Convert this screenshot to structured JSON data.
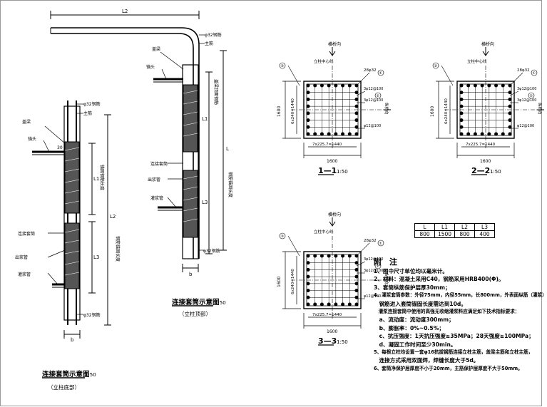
{
  "elevation_a": {
    "title": "连接套筒示意图",
    "scale": "1:50",
    "subtitle": "（立柱底部）",
    "labels": {
      "top_bar": "φ32钢筋",
      "main_bar": "主筋",
      "corbel": "盖梁",
      "anchor": "锚头",
      "grout_in": "灌浆管",
      "sleeve": "连接套筒",
      "grout_out": "出浆管",
      "sleeve_len": "锚固钢筋长度",
      "embed_len": "钢筋锚固长度",
      "bottom_bar": "φ32钢筋",
      "dim_b": "b",
      "dim_L1": "L1",
      "dim_L2": "L2",
      "dim_L3": "L3",
      "dim_30": "30"
    }
  },
  "elevation_b": {
    "title": "连接套筒示意图",
    "scale": "1:50",
    "subtitle": "（立柱顶部）",
    "labels": {
      "L2": "L2",
      "top_bar": "φ32钢筋",
      "main_bar": "主筋",
      "corbel": "盖梁",
      "anchor": "锚头",
      "sleeve": "连接套筒",
      "grout_in": "灌浆管",
      "grout_out": "出浆管",
      "bottom_bar": "φ32钢筋",
      "len1": "盖梁顶面钢筋",
      "len2": "钢筋锚固长度",
      "dim_L": "L",
      "dim_L1": "L1",
      "dim_L3": "L3",
      "dim_b": "b"
    }
  },
  "sections": [
    {
      "id": "1-1",
      "label": "1—1",
      "scale": "1:50",
      "top": "横桥向",
      "center": "立柱中心线",
      "side": "纵桥向",
      "dim_bottom_inner": "7x225.7=1440",
      "dim_bottom": "1600",
      "dim_left": "1600",
      "dim_left_inner": "6x240=1440",
      "bar1": "28φ32",
      "bar2": "3φ12@100",
      "bar3": "3φ12@100",
      "bar4": "φ12@100",
      "note_a": "①",
      "note_b": "②",
      "note_c": "③"
    },
    {
      "id": "2-2",
      "label": "2—2",
      "scale": "1:50",
      "top": "横桥向",
      "center": "立柱中心线",
      "side": "纵桥向",
      "dim_bottom_inner": "7x225.7=1440",
      "dim_bottom": "1600",
      "dim_left": "1600",
      "dim_left_inner": "6x240=1440",
      "bar1": "28φ32",
      "bar2": "3φ12@100",
      "bar3": "3φ12@100",
      "bar4": "φ12@100",
      "note_a": "①",
      "note_b": "②",
      "note_c": "③"
    },
    {
      "id": "3-3",
      "label": "3—3",
      "scale": "1:50",
      "top": "横桥向",
      "center": "立柱中心线",
      "side": "纵桥向",
      "dim_bottom_inner": "7x225.7=1440",
      "dim_bottom": "1600",
      "dim_left": "1600",
      "dim_left_inner": "6x240=1440",
      "bar1": "28φ32",
      "bar2": "3φ12@100",
      "bar3": "3φ12@100",
      "bar4": "φ12@100",
      "note_a": "①",
      "note_b": "②",
      "note_c": "③"
    }
  ],
  "table": {
    "headers": [
      "L",
      "L1",
      "L2",
      "L3"
    ],
    "values": [
      "800",
      "1500",
      "800",
      "400"
    ]
  },
  "notes": {
    "heading": "附　注",
    "items": [
      "1、图中尺寸单位均以毫米计。",
      "2、材料：混凝土采用C40，钢筋采用HRB400(Φ)。",
      "3、套筒纵筋保护层厚30mm；",
      "4、灌浆套筒参数：外径75mm，内径55mm，长800mm，外表面纵筋（灌浆）",
      "　钢筋进入套筒锚固长度需达到10d。",
      "　灌浆连接套筒中使用的高强无收缩灌浆料应满足如下技术指标要求：",
      "　a、流动度：流动度300mm；",
      "　b、膨胀率：0%~0.5%；",
      "　c、抗压强度：1天抗压强度≥35MPa；28天强度≥100MPa；",
      "　d、凝固工作时间至少30min。",
      "5、每根立柱均设置一套φ16抗拔钢筋连接立柱主筋，盖梁主筋和立柱主筋，",
      "　连接方式采用双面焊，焊缝长度大于5d。",
      "6、套筒净保护层厚度不小于20mm，主筋保护层厚度不大于50mm。"
    ]
  }
}
